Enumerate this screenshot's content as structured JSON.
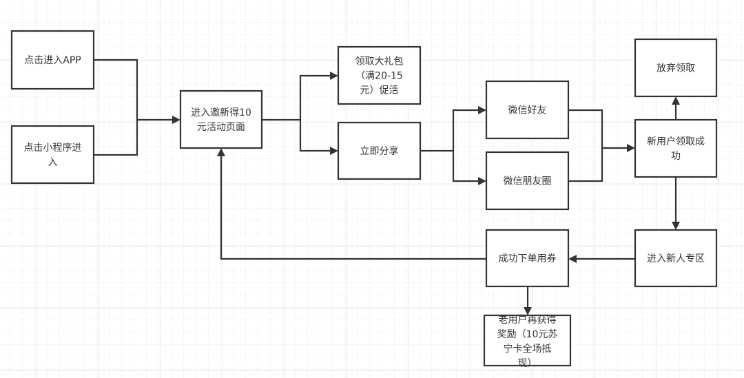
{
  "diagram": {
    "type": "flowchart",
    "colors": {
      "background": "#ffffff",
      "grid_minor": "#e6e6e6",
      "grid_major": "#e0e0e0",
      "stroke": "#333333",
      "text": "#333333",
      "node_fill": "#ffffff"
    },
    "nodes": [
      {
        "id": "enter-app",
        "lines": [
          "点击进入APP"
        ]
      },
      {
        "id": "enter-mini-program",
        "lines": [
          "点击小程序进",
          "入"
        ]
      },
      {
        "id": "invite-page",
        "lines": [
          "进入邀新得10",
          "元活动页面"
        ]
      },
      {
        "id": "gift-pack",
        "lines": [
          "领取大礼包",
          "（满20-15",
          "元）促活"
        ]
      },
      {
        "id": "share-now",
        "lines": [
          "立即分享"
        ]
      },
      {
        "id": "wechat-friend",
        "lines": [
          "微信好友"
        ]
      },
      {
        "id": "wechat-moments",
        "lines": [
          "微信朋友圈"
        ]
      },
      {
        "id": "give-up",
        "lines": [
          "放弃领取"
        ]
      },
      {
        "id": "new-user-success",
        "lines": [
          "新用户领取成",
          "功"
        ]
      },
      {
        "id": "new-user-zone",
        "lines": [
          "进入新人专区"
        ]
      },
      {
        "id": "order-coupon",
        "lines": [
          "成功下单用券"
        ]
      },
      {
        "id": "old-user-reward",
        "lines": [
          "老用户再获得",
          "奖励（10元苏",
          "宁卡全场抵",
          "现）"
        ]
      }
    ],
    "edges": [
      {
        "from": "enter-app",
        "to": "invite-page"
      },
      {
        "from": "enter-mini-program",
        "to": "invite-page"
      },
      {
        "from": "invite-page",
        "to": "gift-pack"
      },
      {
        "from": "invite-page",
        "to": "share-now"
      },
      {
        "from": "share-now",
        "to": "wechat-friend"
      },
      {
        "from": "share-now",
        "to": "wechat-moments"
      },
      {
        "from": "wechat-friend",
        "to": "new-user-success"
      },
      {
        "from": "wechat-moments",
        "to": "new-user-success"
      },
      {
        "from": "new-user-success",
        "to": "give-up"
      },
      {
        "from": "new-user-success",
        "to": "new-user-zone"
      },
      {
        "from": "new-user-zone",
        "to": "order-coupon"
      },
      {
        "from": "order-coupon",
        "to": "old-user-reward"
      },
      {
        "from": "order-coupon",
        "to": "invite-page"
      }
    ]
  }
}
